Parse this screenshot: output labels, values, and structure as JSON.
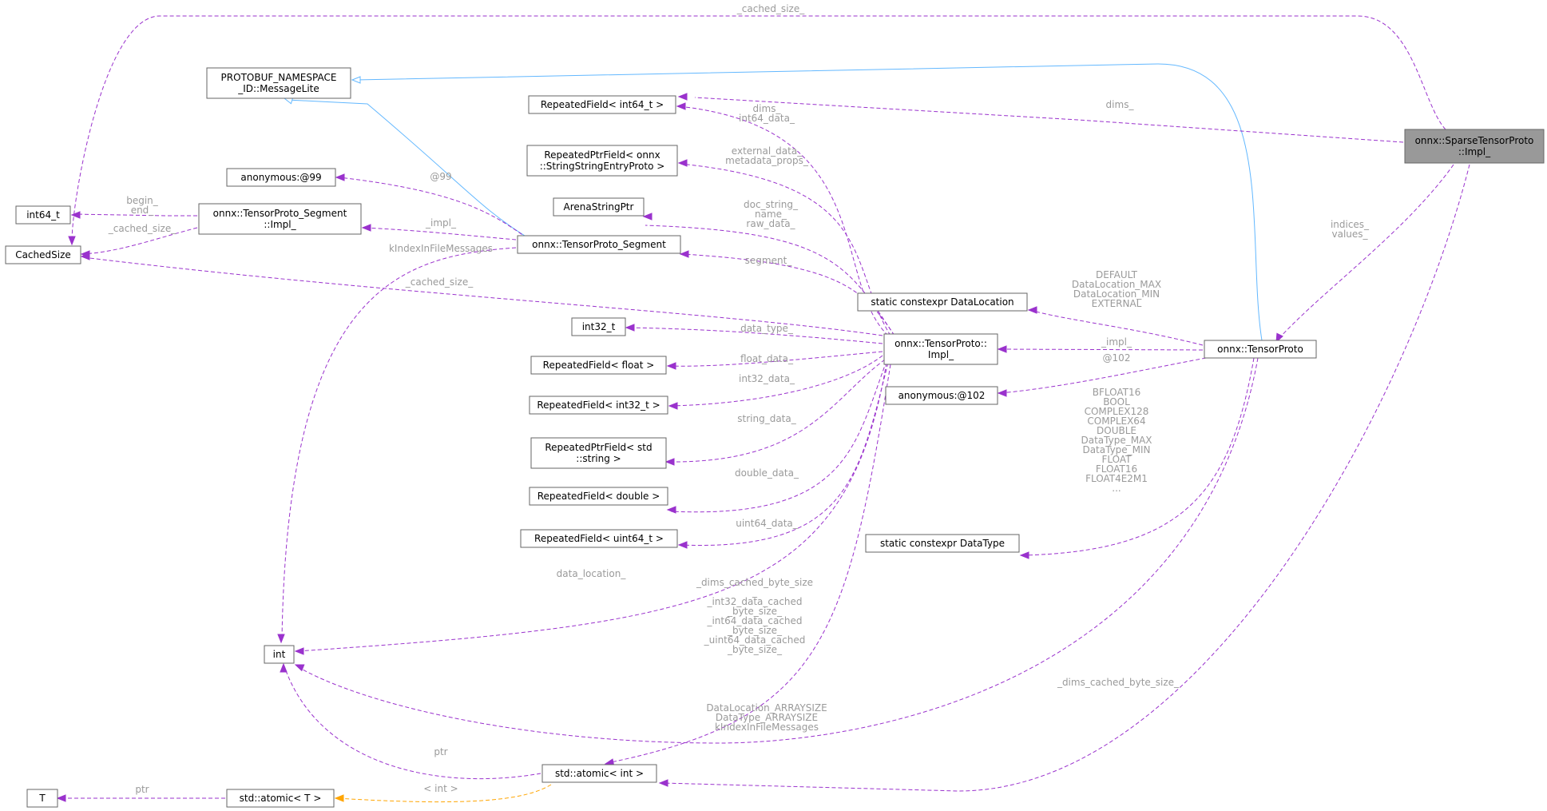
{
  "nodes": [
    {
      "id": "sparse_impl",
      "name": "node-sparse-tensor-proto-impl",
      "lines": [
        "onnx::SparseTensorProto",
        "::Impl_"
      ],
      "focus": true
    },
    {
      "id": "msglite",
      "name": "node-message-lite",
      "lines": [
        "PROTOBUF_NAMESPACE",
        "_ID::MessageLite"
      ]
    },
    {
      "id": "rf_int64",
      "name": "node-repeated-field-int64",
      "lines": [
        "RepeatedField< int64_t >"
      ]
    },
    {
      "id": "rpf_sse",
      "name": "node-repeated-ptr-field-string-entry",
      "lines": [
        "RepeatedPtrField< onnx",
        "::StringStringEntryProto >"
      ]
    },
    {
      "id": "anon99",
      "name": "node-anonymous-99",
      "lines": [
        "anonymous:@99"
      ]
    },
    {
      "id": "arena",
      "name": "node-arena-string-ptr",
      "lines": [
        "ArenaStringPtr"
      ]
    },
    {
      "id": "int64_t",
      "name": "node-int64-t",
      "lines": [
        "int64_t"
      ]
    },
    {
      "id": "seg_impl",
      "name": "node-tensor-proto-segment-impl",
      "lines": [
        "onnx::TensorProto_Segment",
        "::Impl_"
      ]
    },
    {
      "id": "cached",
      "name": "node-cached-size",
      "lines": [
        "CachedSize"
      ]
    },
    {
      "id": "segment",
      "name": "node-tensor-proto-segment",
      "lines": [
        "onnx::TensorProto_Segment"
      ]
    },
    {
      "id": "dataloc",
      "name": "node-data-location",
      "lines": [
        "static constexpr DataLocation"
      ]
    },
    {
      "id": "int32_t",
      "name": "node-int32-t",
      "lines": [
        "int32_t"
      ]
    },
    {
      "id": "tp_impl",
      "name": "node-tensor-proto-impl",
      "lines": [
        "onnx::TensorProto::",
        "Impl_"
      ]
    },
    {
      "id": "tensorproto",
      "name": "node-tensor-proto",
      "lines": [
        "onnx::TensorProto"
      ]
    },
    {
      "id": "rf_float",
      "name": "node-repeated-field-float",
      "lines": [
        "RepeatedField< float >"
      ]
    },
    {
      "id": "anon102",
      "name": "node-anonymous-102",
      "lines": [
        "anonymous:@102"
      ]
    },
    {
      "id": "rf_int32",
      "name": "node-repeated-field-int32",
      "lines": [
        "RepeatedField< int32_t >"
      ]
    },
    {
      "id": "rpf_str",
      "name": "node-repeated-ptr-field-string",
      "lines": [
        "RepeatedPtrField< std",
        "::string >"
      ]
    },
    {
      "id": "rf_double",
      "name": "node-repeated-field-double",
      "lines": [
        "RepeatedField< double >"
      ]
    },
    {
      "id": "rf_uint64",
      "name": "node-repeated-field-uint64",
      "lines": [
        "RepeatedField< uint64_t >"
      ]
    },
    {
      "id": "datatype",
      "name": "node-data-type",
      "lines": [
        "static constexpr DataType"
      ]
    },
    {
      "id": "int",
      "name": "node-int",
      "lines": [
        "int"
      ]
    },
    {
      "id": "atomic_int",
      "name": "node-atomic-int",
      "lines": [
        "std::atomic< int >"
      ]
    },
    {
      "id": "T",
      "name": "node-t",
      "lines": [
        "T"
      ]
    },
    {
      "id": "atomic_T",
      "name": "node-atomic-t",
      "lines": [
        "std::atomic< T >"
      ]
    }
  ],
  "edges": [
    {
      "name": "edge-cached-size-top",
      "kind": "member",
      "labels": [
        "_cached_size_"
      ]
    },
    {
      "name": "edge-inherit-tensorproto",
      "kind": "inherit",
      "labels": []
    },
    {
      "name": "edge-sparse-dims",
      "kind": "member",
      "labels": [
        "dims_"
      ]
    },
    {
      "name": "edge-indices-values",
      "kind": "member",
      "labels": [
        "indices_",
        "values_"
      ]
    },
    {
      "name": "edge-sparse-atomic",
      "kind": "member",
      "labels": [
        "_dims_cached_byte_size_"
      ]
    },
    {
      "name": "edge-inherit-segment",
      "kind": "inherit",
      "labels": []
    },
    {
      "name": "edge-tp-dims",
      "kind": "member",
      "labels": [
        "dims_",
        "int64_data_"
      ]
    },
    {
      "name": "edge-tp-external",
      "kind": "member",
      "labels": [
        "external_data_",
        "metadata_props_"
      ]
    },
    {
      "name": "edge-seg-anon99",
      "kind": "member",
      "labels": [
        "@99"
      ]
    },
    {
      "name": "edge-tp-arena",
      "kind": "member",
      "labels": [
        "doc_string_",
        "name_",
        "raw_data_"
      ]
    },
    {
      "name": "edge-segimpl-int64",
      "kind": "member",
      "labels": [
        "begin_",
        "end_"
      ]
    },
    {
      "name": "edge-seg-impl",
      "kind": "member",
      "labels": [
        "_impl_"
      ]
    },
    {
      "name": "edge-segimpl-cached",
      "kind": "member",
      "labels": [
        "_cached_size_"
      ]
    },
    {
      "name": "edge-tp-segment",
      "kind": "member",
      "labels": [
        "segment_"
      ]
    },
    {
      "name": "edge-tp-cached",
      "kind": "member",
      "labels": [
        "_cached_size_"
      ]
    },
    {
      "name": "edge-seg-int",
      "kind": "member",
      "labels": [
        "kIndexInFileMessages"
      ]
    },
    {
      "name": "edge-tensorproto-dataloc",
      "kind": "member",
      "labels": [
        "DEFAULT",
        "DataLocation_MAX",
        "DataLocation_MIN",
        "EXTERNAL"
      ]
    },
    {
      "name": "edge-tp-int32",
      "kind": "member",
      "labels": [
        "data_type_"
      ]
    },
    {
      "name": "edge-tensorproto-impl",
      "kind": "member",
      "labels": [
        "_impl_"
      ]
    },
    {
      "name": "edge-tp-float",
      "kind": "member",
      "labels": [
        "float_data_"
      ]
    },
    {
      "name": "edge-tensorproto-anon102",
      "kind": "member",
      "labels": [
        "@102"
      ]
    },
    {
      "name": "edge-tp-rfint32",
      "kind": "member",
      "labels": [
        "int32_data_"
      ]
    },
    {
      "name": "edge-tp-string",
      "kind": "member",
      "labels": [
        "string_data_"
      ]
    },
    {
      "name": "edge-tp-double",
      "kind": "member",
      "labels": [
        "double_data_"
      ]
    },
    {
      "name": "edge-tp-uint64",
      "kind": "member",
      "labels": [
        "uint64_data_"
      ]
    },
    {
      "name": "edge-tensorproto-datatype",
      "kind": "member",
      "labels": [
        "BFLOAT16",
        "BOOL",
        "COMPLEX128",
        "COMPLEX64",
        "DOUBLE",
        "DataType_MAX",
        "DataType_MIN",
        "FLOAT",
        "FLOAT16",
        "FLOAT4E2M1",
        "..."
      ]
    },
    {
      "name": "edge-tp-datalocation",
      "kind": "member",
      "labels": [
        "data_location_"
      ]
    },
    {
      "name": "edge-tp-atomic",
      "kind": "member",
      "labels": [
        "_dims_cached_byte_size",
        "_",
        "_int32_data_cached",
        "_byte_size_",
        "_int64_data_cached",
        "_byte_size_",
        "_uint64_data_cached",
        "_byte_size_"
      ]
    },
    {
      "name": "edge-tensorproto-int",
      "kind": "member",
      "labels": [
        "DataLocation_ARRAYSIZE",
        "DataType_ARRAYSIZE",
        "kIndexInFileMessages"
      ]
    },
    {
      "name": "edge-atomic-ptr-int",
      "kind": "member",
      "labels": [
        "ptr"
      ]
    },
    {
      "name": "edge-atomic-t-ptr",
      "kind": "member",
      "labels": [
        "ptr"
      ]
    },
    {
      "name": "edge-template-int",
      "kind": "tmpl",
      "labels": [
        "< int >"
      ]
    }
  ],
  "colors": {
    "member_edge": "#9a32cd",
    "inherit_edge": "#63b8ff",
    "template_edge": "#ffa500",
    "edge_label": "#9a9a9a",
    "node_border": "#666666",
    "focus_fill": "#999999"
  }
}
